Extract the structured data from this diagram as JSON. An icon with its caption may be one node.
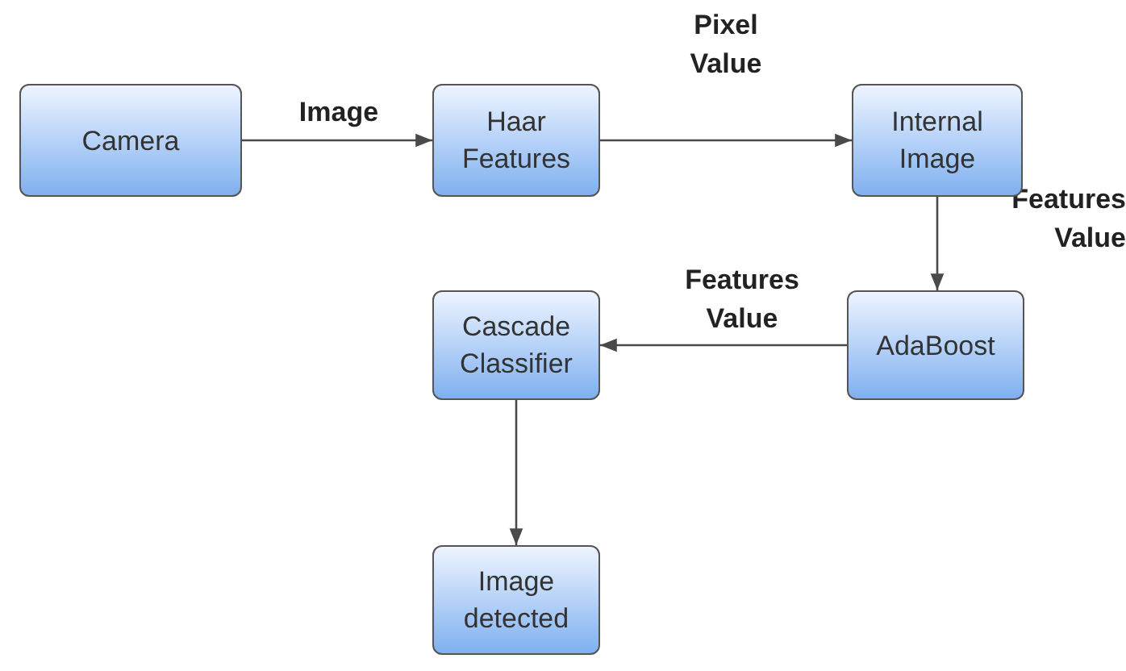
{
  "diagram": {
    "nodes": [
      {
        "text": [
          "Camera"
        ]
      },
      {
        "text": [
          "Haar Features"
        ]
      },
      {
        "text": [
          "Internal Image"
        ]
      },
      {
        "text": [
          "AdaBoost"
        ]
      },
      {
        "text": [
          "Cascade Classifier"
        ]
      },
      {
        "text": [
          "Image detected"
        ]
      }
    ],
    "edges": [
      {
        "from": 0,
        "to": 1,
        "arrow": "to",
        "label": "Image"
      },
      {
        "from": 1,
        "to": 2,
        "arrow": "to",
        "label": "Pixel Value"
      },
      {
        "from": 2,
        "to": 3,
        "arrow": "to",
        "label": "Features Value"
      },
      {
        "from": 3,
        "to": 4,
        "arrow": "to",
        "label": "Features Value"
      },
      {
        "from": 4,
        "to": 5,
        "arrow": "to"
      }
    ]
  }
}
